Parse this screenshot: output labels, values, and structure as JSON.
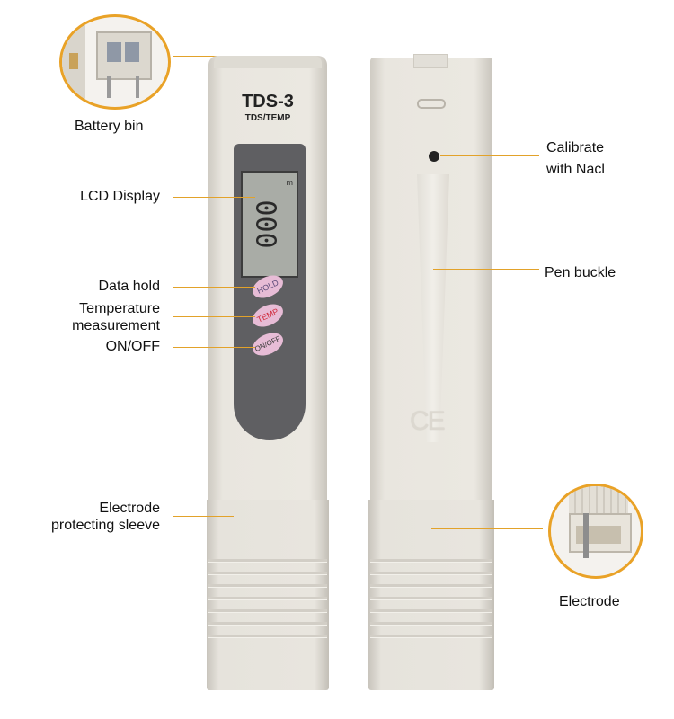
{
  "product": {
    "model": "TDS-3",
    "subtitle": "TDS/TEMP",
    "lcd_unit": "m",
    "lcd_digits": "000",
    "buttons": [
      {
        "label": "HOLD",
        "color": "#5a4a78"
      },
      {
        "label": "TEMP",
        "color": "#d02a3c"
      },
      {
        "label": "ON/OFF",
        "color": "#3a3a3a"
      }
    ],
    "back_mark": "CE"
  },
  "callouts": {
    "battery_bin": "Battery bin",
    "lcd_display": "LCD Display",
    "data_hold": "Data hold",
    "temperature_line1": "Temperature",
    "temperature_line2": "measurement",
    "on_off": "ON/OFF",
    "sleeve_line1": "Electrode",
    "sleeve_line2": "protecting sleeve",
    "calibrate_line1": "Calibrate",
    "calibrate_line2": "with Nacl",
    "pen_buckle": "Pen buckle",
    "electrode": "Electrode"
  },
  "colors": {
    "leader_line": "#e2a22a",
    "circle_border": "#e9a227",
    "body": "#e9e6df"
  }
}
